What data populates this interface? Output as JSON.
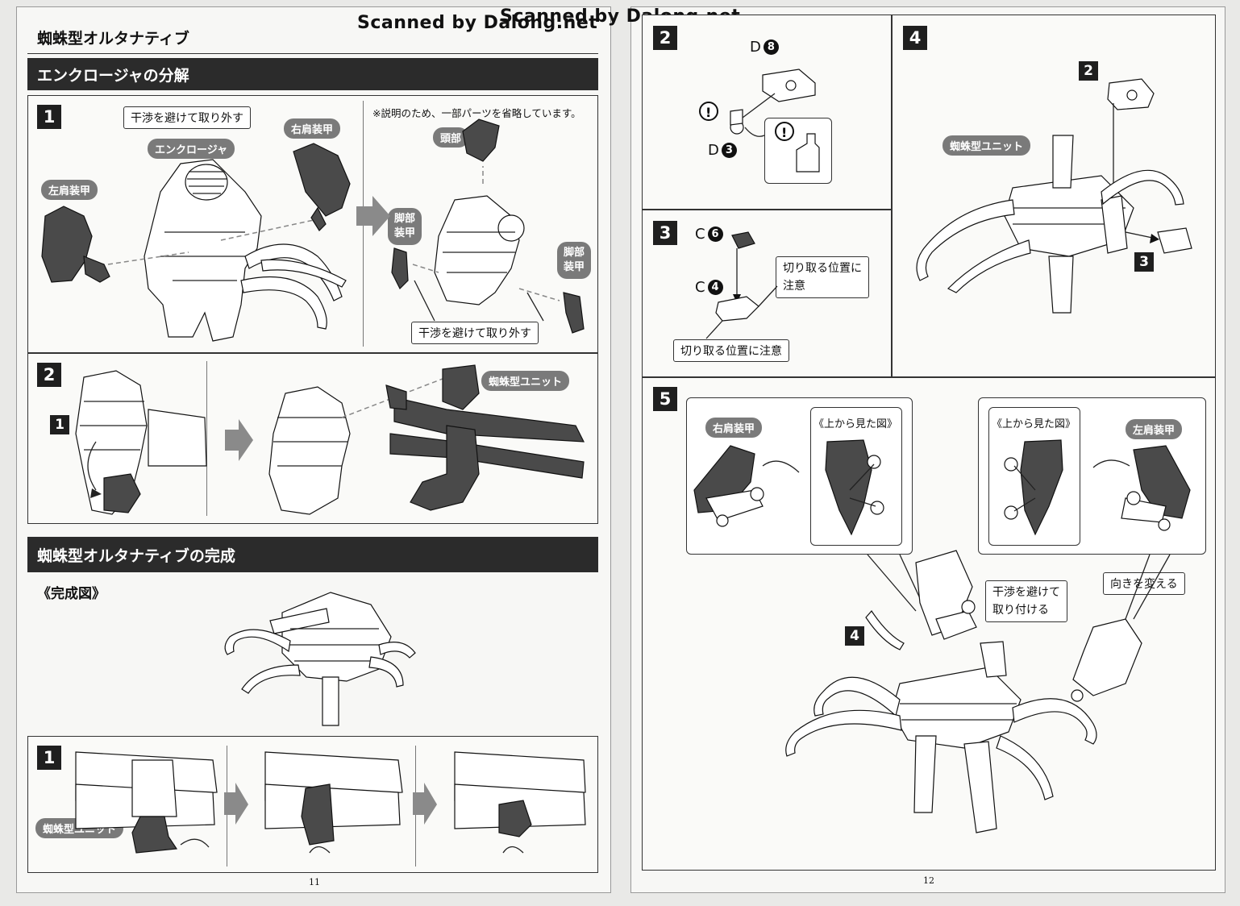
{
  "watermark": "Scanned by Dalong.net",
  "left": {
    "title": "蜘蛛型オルタナティブ",
    "section1": "エンクロージャの分解",
    "step1": {
      "num": "1",
      "callout_top": "干渉を避けて取り外す",
      "note": "※説明のため、一部パーツを省略しています。",
      "enclosure": "エンクロージャ",
      "right_shoulder": "右肩装甲",
      "left_shoulder": "左肩装甲",
      "head": "頭部",
      "leg_armor_left": "脚部装甲",
      "leg_armor_right": "脚部装甲",
      "callout_bottom": "干渉を避けて取り外す"
    },
    "step2": {
      "num": "2",
      "sub": "1",
      "spider_unit": "蜘蛛型ユニット"
    },
    "section2": "蜘蛛型オルタナティブの完成",
    "completed": "《完成図》",
    "step3": {
      "num": "1",
      "spider_unit": "蜘蛛型ユニット"
    },
    "page_number": "11"
  },
  "right": {
    "step2": {
      "num": "2",
      "d8": "D",
      "d8n": "8",
      "d3": "D",
      "d3n": "3"
    },
    "step3": {
      "num": "3",
      "c6": "C",
      "c6n": "6",
      "c4": "C",
      "c4n": "4",
      "callout1": "切り取る位置に\n注意",
      "callout1_a": "切り取る位置に",
      "callout1_b": "注意",
      "callout2": "切り取る位置に注意"
    },
    "step4": {
      "num": "4",
      "spider_unit": "蜘蛛型ユニット",
      "ref2": "2",
      "ref3": "3"
    },
    "step5": {
      "num": "5",
      "right_shoulder": "右肩装甲",
      "left_shoulder": "左肩装甲",
      "top_view_1": "《上から見た図》",
      "top_view_2": "《上から見た図》",
      "ref4": "4",
      "callout_attach_a": "干渉を避けて",
      "callout_attach_b": "取り付ける",
      "callout_rotate": "向きを変える"
    },
    "page_number": "12"
  }
}
